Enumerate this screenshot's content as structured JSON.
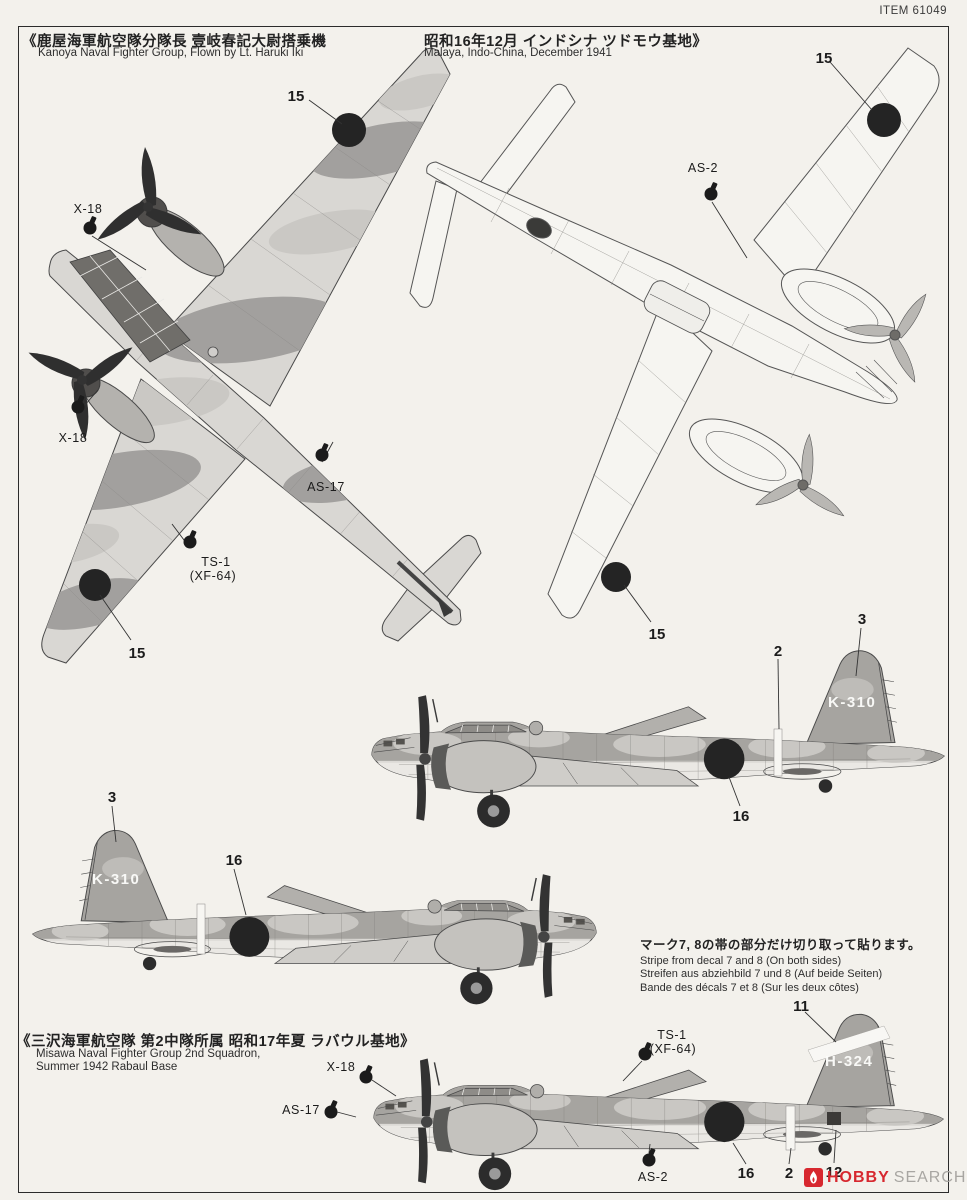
{
  "page": {
    "item_label": "ITEM 61049",
    "watermark": {
      "brand": "HOBBY",
      "brand2": "SEARCH"
    }
  },
  "colors": {
    "paper": "#f3f1ec",
    "hinomaru": "#242424",
    "camo_mid": "#a6a4a0",
    "camo_light": "#c9c7c3",
    "watermark_red": "#d7282f",
    "watermark_gray": "#a8a6a2"
  },
  "schemes": {
    "kanoya": {
      "title_ja": "《鹿屋海軍航空隊分隊長 壹岐春記大尉搭乗機",
      "title_en": "Kanoya Naval Fighter Group, Flown by Lt. Haruki Iki",
      "callouts": {
        "decal15_top": "15",
        "x18_upper": "X-18",
        "x18_lower": "X-18",
        "as17": "AS-17",
        "ts1_line1": "TS-1",
        "ts1_line2": "(XF-64)",
        "decal15_bottom": "15"
      }
    },
    "malaya": {
      "title_ja": "昭和16年12月 インドシナ ツドモウ基地》",
      "title_en": "Malaya, Indo-China, December 1941",
      "callouts": {
        "decal15_top": "15",
        "as2": "AS-2",
        "decal15_bottom": "15"
      }
    },
    "profiles": {
      "tail_code": "K-310",
      "upper": {
        "decal3": "3",
        "decal2": "2",
        "decal16": "16"
      },
      "lower": {
        "decal3": "3",
        "decal16": "16"
      }
    },
    "misawa": {
      "title_ja": "《三沢海軍航空隊 第2中隊所属 昭和17年夏 ラバウル基地》",
      "title_en_line1": "Misawa Naval Fighter Group 2nd Squadron,",
      "title_en_line2": "Summer 1942 Rabaul Base",
      "tail_code": "H-324",
      "callouts": {
        "ts1_line1": "TS-1",
        "ts1_line2": "(XF-64)",
        "x18": "X-18",
        "as17": "AS-17",
        "as2": "AS-2",
        "decal11": "11",
        "decal16": "16",
        "decal2": "2",
        "decal12": "12"
      }
    }
  },
  "stripe_note": {
    "ja": "マーク7, 8の帯の部分だけ切り取って貼ります。",
    "en": "Stripe from decal 7 and 8 (On both sides)",
    "de": "Streifen aus abziehbild 7 und 8 (Auf beide Seiten)",
    "fr": "Bande des décals 7 et 8 (Sur les deux côtes)"
  }
}
